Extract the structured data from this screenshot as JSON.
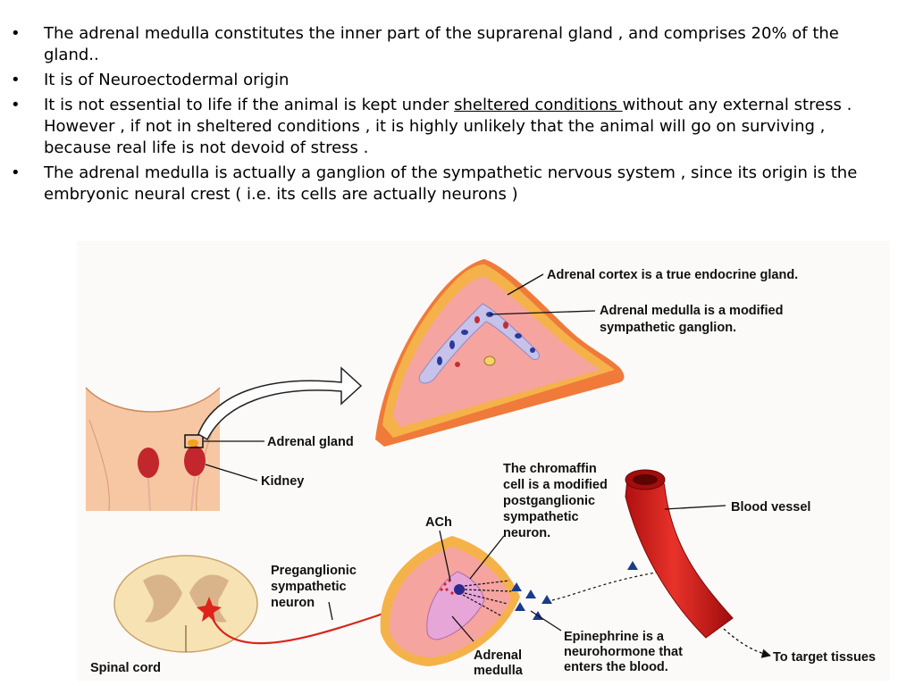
{
  "bullets": [
    {
      "text": "The adrenal medulla constitutes the inner part of the suprarenal gland , and comprises 20% of the gland.."
    },
    {
      "text": "It is of Neuroectodermal origin"
    },
    {
      "before": "It is not essential to life if the animal is kept under ",
      "underlined": "sheltered conditions ",
      "after": "without any external stress . However ,   if not in sheltered conditions , it is highly unlikely that the animal will go on surviving , because real life is not devoid of stress ."
    },
    {
      "text": "The adrenal medulla is actually a ganglion of the sympathetic nervous system , since its origin is the embryonic neural crest ( i.e. its cells are actually neurons )"
    }
  ],
  "bullet_glyph": "•",
  "figure": {
    "labels": {
      "cortex": "Adrenal cortex is a true endocrine gland.",
      "medulla_line1": "Adrenal medulla is a modified",
      "medulla_line2": "sympathetic ganglion.",
      "adrenal_gland": "Adrenal gland",
      "kidney": "Kidney",
      "chromaffin_1": "The chromaffin",
      "chromaffin_2": "cell is a modified",
      "chromaffin_3": "postganglionic",
      "chromaffin_4": "sympathetic",
      "chromaffin_5": "neuron.",
      "ach": "ACh",
      "blood_vessel": "Blood vessel",
      "pre_1": "Preganglionic",
      "pre_2": "sympathetic",
      "pre_3": "neuron",
      "spinal_cord": "Spinal cord",
      "adrenal_medulla_1": "Adrenal",
      "adrenal_medulla_2": "medulla",
      "epi_1": "Epinephrine is a",
      "epi_2": "neurohormone that",
      "epi_3": "enters the blood.",
      "target": "To target tissues"
    }
  }
}
